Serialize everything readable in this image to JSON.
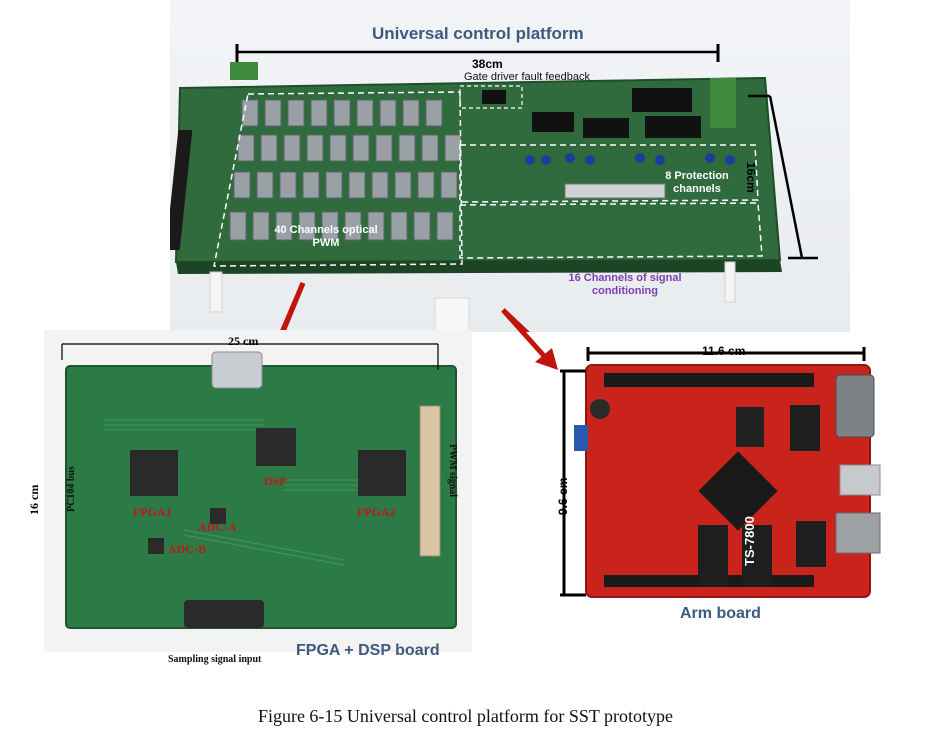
{
  "top_board": {
    "title": "Universal control platform",
    "width_label": "38cm",
    "height_label": "16cm",
    "gate_driver_label": "Gate driver fault feedback",
    "optical_pwm_label": "40 Channels optical PWM",
    "protection_label": "8 Protection channels",
    "signal_conditioning_label": "16 Channels of signal conditioning"
  },
  "fpga_board": {
    "width_label": "25 cm",
    "height_label": "16 cm",
    "fpga1_label": "FPGA1",
    "fpga2_label": "FPGA2",
    "dsp_label": "DSP",
    "adc_a_label": "ADC-A",
    "adc_b_label": "ADC-B",
    "pwm_signal_label": "PWM signal",
    "pc104_label": "PC104 bus",
    "sampling_label": "Sampling signal input",
    "caption": "FPGA + DSP board"
  },
  "arm_board": {
    "width_label": "11.6 cm",
    "height_label": "9.6 cm",
    "chip_label": "TS-7800",
    "caption": "Arm board"
  },
  "figure_caption": "Figure 6-15 Universal control platform for SST prototype",
  "colors": {
    "pcb_green": "#2f6b3c",
    "arm_red": "#c9241c",
    "caption_blue": "#3d5a7e",
    "arrow_red": "#c0140c"
  }
}
